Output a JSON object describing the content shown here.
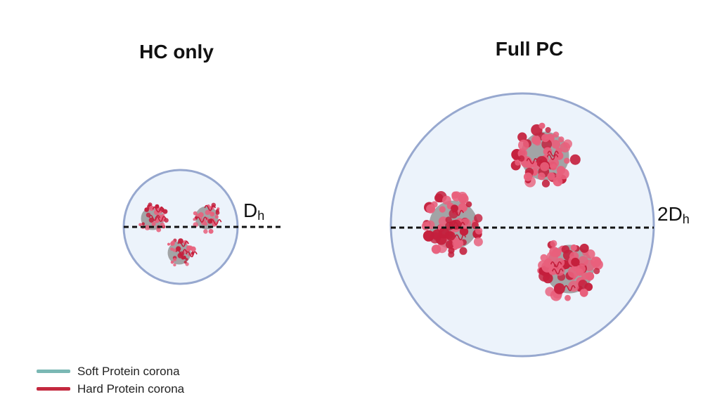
{
  "panels": {
    "hc_only": {
      "title": "HC only",
      "diameter_label": "D",
      "diameter_sub": "h"
    },
    "full_pc": {
      "title": "Full PC",
      "diameter_label": "2D",
      "diameter_sub": "h"
    }
  },
  "legend": [
    {
      "label": "Soft Protein corona",
      "color": "#7ab8b4"
    },
    {
      "label": "Hard Protein corona",
      "color": "#c4293f"
    }
  ],
  "colors": {
    "sphere_fill": "#ecf3fb",
    "sphere_stroke": "#97a8cf",
    "hard_corona_light": "#e8607c",
    "hard_corona_dark": "#c41f3c",
    "soft_corona_light": "#7fc3b8",
    "soft_corona_dark": "#2f8276",
    "core": "#8a8a8a"
  }
}
